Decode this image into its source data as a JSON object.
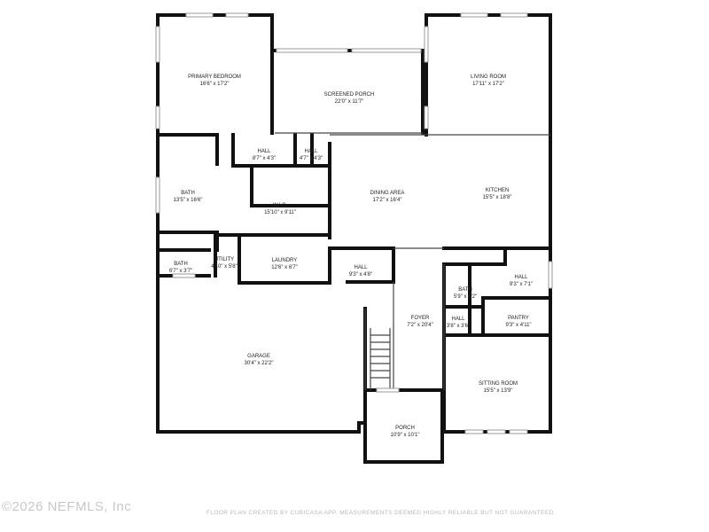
{
  "rooms": [
    {
      "id": "primary-bedroom",
      "name": "PRIMARY BEDROOM",
      "dims": "16'6\" x 17'2\""
    },
    {
      "id": "screened-porch",
      "name": "SCREENED PORCH",
      "dims": "22'0\" x 11'7\""
    },
    {
      "id": "living-room",
      "name": "LIVING ROOM",
      "dims": "17'11\" x 17'2\""
    },
    {
      "id": "hall-1",
      "name": "HALL",
      "dims": "8'7\" x 4'3\""
    },
    {
      "id": "hall-2",
      "name": "HALL",
      "dims": "4'7\" x 4'3\""
    },
    {
      "id": "bath-1",
      "name": "BATH",
      "dims": "13'5\" x 16'6\""
    },
    {
      "id": "wic",
      "name": "W.I.C.",
      "dims": "15'10\" x 9'11\""
    },
    {
      "id": "dining-area",
      "name": "DINING AREA",
      "dims": "17'2\" x 16'4\""
    },
    {
      "id": "kitchen",
      "name": "KITCHEN",
      "dims": "15'5\" x 18'8\""
    },
    {
      "id": "bath-2",
      "name": "BATH",
      "dims": "6'7\" x 3'7\""
    },
    {
      "id": "utility",
      "name": "UTILITY",
      "dims": "4'10\" x 5'8\""
    },
    {
      "id": "laundry",
      "name": "LAUNDRY",
      "dims": "12'6\" x 6'7\""
    },
    {
      "id": "hall-3",
      "name": "HALL",
      "dims": "9'3\" x 4'8\""
    },
    {
      "id": "hall-4",
      "name": "HALL",
      "dims": "9'3\" x 7'1\""
    },
    {
      "id": "bath-3",
      "name": "BATH",
      "dims": "5'9\" x 6'2\""
    },
    {
      "id": "foyer",
      "name": "FOYER",
      "dims": "7'2\" x 20'4\""
    },
    {
      "id": "hall-5",
      "name": "HALL",
      "dims": "3'8\" x 3'6\""
    },
    {
      "id": "pantry",
      "name": "PANTRY",
      "dims": "9'3\" x 4'11\""
    },
    {
      "id": "garage",
      "name": "GARAGE",
      "dims": "30'4\" x 22'2\""
    },
    {
      "id": "sitting-room",
      "name": "SITTING ROOM",
      "dims": "15'5\" x 13'9\""
    },
    {
      "id": "porch",
      "name": "PORCH",
      "dims": "10'9\" x 10'1\""
    }
  ],
  "watermark": "©2026 NEFMLS, Inc",
  "disclaimer": "FLOOR PLAN CREATED BY CUBICASA APP. MEASUREMENTS DEEMED HIGHLY RELIABLE BUT NOT GUARANTEED."
}
